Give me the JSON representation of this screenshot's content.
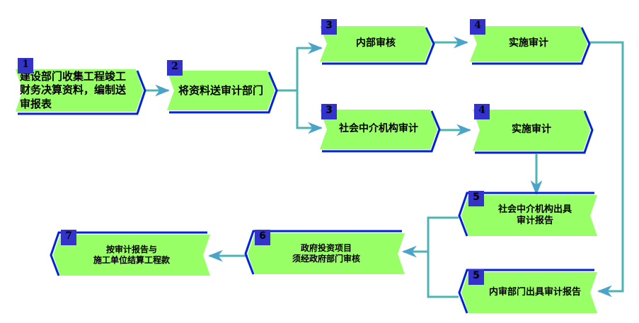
{
  "colors": {
    "box_fill": "#99ff66",
    "box_border": "#0022dd",
    "badge_fill": "#3333cc",
    "connector": "#4db3b3",
    "text": "#000000"
  },
  "nodes": [
    {
      "id": "n1",
      "step": "1",
      "text": "建设部门收集工程竣工\n财务决算资料，编制送\n审报表",
      "direction": "right"
    },
    {
      "id": "n2",
      "step": "2",
      "text": "将资料送审计部门",
      "direction": "right"
    },
    {
      "id": "n3a",
      "step": "3",
      "text": "内部审核",
      "direction": "right"
    },
    {
      "id": "n4a",
      "step": "4",
      "text": "实施审计",
      "direction": "right"
    },
    {
      "id": "n3b",
      "step": "3",
      "text": "社会中介机构审计",
      "direction": "right"
    },
    {
      "id": "n4b",
      "step": "4",
      "text": "实施审计",
      "direction": "right"
    },
    {
      "id": "n5a",
      "step": "5",
      "text": "社会中介机构出具\n审计报告",
      "direction": "left"
    },
    {
      "id": "n5b",
      "step": "5",
      "text": "内审部门出具审计报告",
      "direction": "left"
    },
    {
      "id": "n6",
      "step": "6",
      "text": "政府投资项目\n须经政府部门审核",
      "direction": "left"
    },
    {
      "id": "n7",
      "step": "7",
      "text": "按审计报告与\n施工单位结算工程款",
      "direction": "left"
    }
  ],
  "edges": [
    {
      "from": "n1",
      "to": "n2"
    },
    {
      "from": "n2",
      "to": "n3a"
    },
    {
      "from": "n2",
      "to": "n3b"
    },
    {
      "from": "n3a",
      "to": "n4a"
    },
    {
      "from": "n3b",
      "to": "n4b"
    },
    {
      "from": "n4b",
      "to": "n5a"
    },
    {
      "from": "n4a",
      "to": "n5b"
    },
    {
      "from": "n5a",
      "to": "n6"
    },
    {
      "from": "n5b",
      "to": "n6"
    },
    {
      "from": "n6",
      "to": "n7"
    }
  ]
}
